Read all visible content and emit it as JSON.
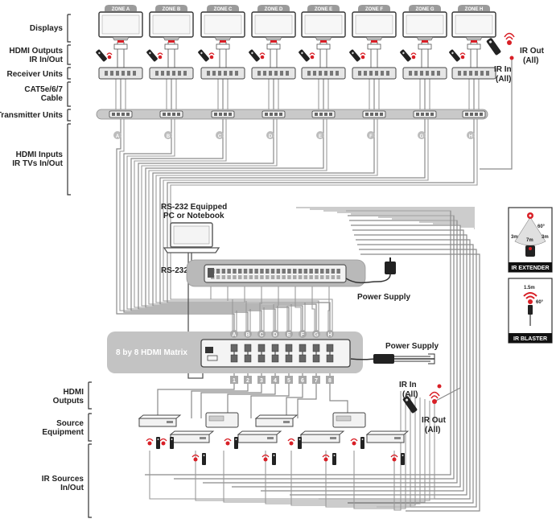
{
  "colors": {
    "zone_tab": "#9b9b9b",
    "ir_red": "#d81f26",
    "device": "#dcdcdc",
    "panel": "#c7c7c7",
    "cable": "#8a8a8a"
  },
  "left_labels": [
    {
      "key": "displays",
      "lines": [
        "Displays"
      ]
    },
    {
      "key": "hdmi-outputs-ir",
      "lines": [
        "HDMI Outputs",
        "IR In/Out"
      ]
    },
    {
      "key": "receiver-units",
      "lines": [
        "Receiver Units"
      ]
    },
    {
      "key": "cat-cable",
      "lines": [
        "CAT5e/6/7",
        "Cable"
      ]
    },
    {
      "key": "transmitter-units",
      "lines": [
        "Transmitter Units"
      ]
    },
    {
      "key": "hdmi-inputs-ir",
      "lines": [
        "HDMI Inputs",
        "IR TVs In/Out"
      ]
    },
    {
      "key": "hdmi-outputs",
      "lines": [
        "HDMI",
        "Outputs"
      ]
    },
    {
      "key": "source-equipment",
      "lines": [
        "Source",
        "Equipment"
      ]
    },
    {
      "key": "ir-sources",
      "lines": [
        "IR Sources",
        "In/Out"
      ]
    }
  ],
  "zones": [
    "ZONE A",
    "ZONE B",
    "ZONE C",
    "ZONE D",
    "ZONE E",
    "ZONE F",
    "ZONE G",
    "ZONE H"
  ],
  "zone_letters": [
    "A",
    "B",
    "C",
    "D",
    "E",
    "F",
    "G",
    "H"
  ],
  "output_numbers": [
    "1",
    "2",
    "3",
    "4",
    "5",
    "6",
    "7",
    "8"
  ],
  "ir_top_out": [
    "IR Out",
    "(All)"
  ],
  "ir_top_in": [
    "IR In",
    "(All)"
  ],
  "ir_bottom_in": [
    "IR In",
    "(All)"
  ],
  "ir_bottom_out": [
    "IR Out",
    "(All)"
  ],
  "pc_label": [
    "RS-232 Equipped",
    "PC or Notebook"
  ],
  "rs232_label": "RS-232",
  "power_supply_1": "Power Supply",
  "power_supply_2": "Power Supply",
  "matrix_label": "8 by 8 HDMI Matrix",
  "ir_extender": {
    "title": "IR EXTENDER",
    "dist_left": "3m",
    "dist_center": "7m",
    "dist_right": "3m",
    "angle": "60°"
  },
  "ir_blaster": {
    "title": "IR BLASTER",
    "dist": "1.5m",
    "angle": "60°"
  }
}
